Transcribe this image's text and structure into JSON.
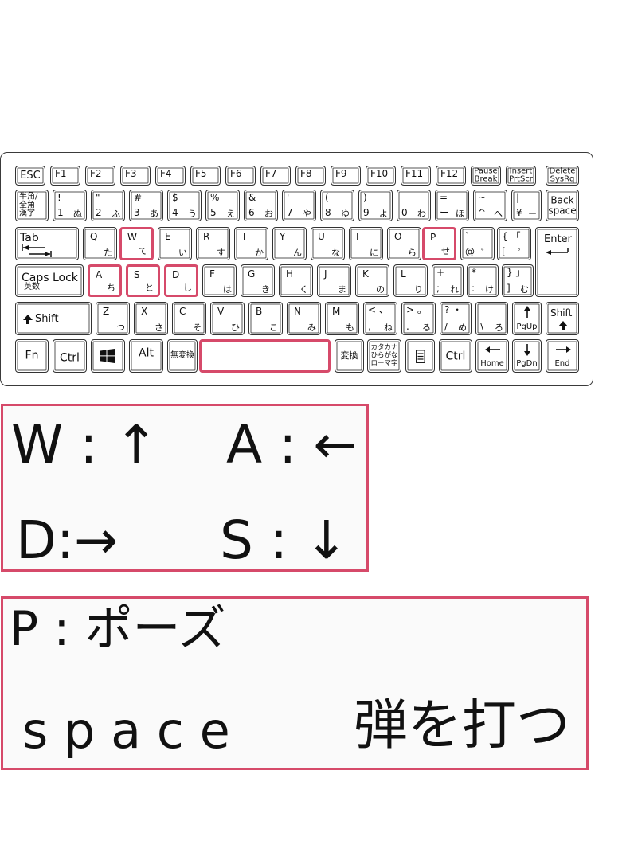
{
  "keys": {
    "esc": "ESC",
    "f1": "F1",
    "f2": "F2",
    "f3": "F3",
    "f4": "F4",
    "f5": "F5",
    "f6": "F6",
    "f7": "F7",
    "f8": "F8",
    "f9": "F9",
    "f10": "F10",
    "f11": "F11",
    "f12": "F12",
    "pause": "Pause\nBreak",
    "insert": "Insert\nPrtScr",
    "delete": "Delete\nSysRq",
    "hankaku": "半角/\n全角\n漢字",
    "n1": "1",
    "n1b": "ぬ",
    "n2": "2",
    "n2b": "ふ",
    "n3": "3",
    "n3b": "あ",
    "n4": "4",
    "n4b": "う",
    "n5": "5",
    "n5b": "え",
    "n6": "6",
    "n6b": "お",
    "n7": "7",
    "n7b": "や",
    "n8": "8",
    "n8b": "ゆ",
    "n9": "9",
    "n9b": "よ",
    "n0": "0",
    "n0b": "わ",
    "minus": "ー",
    "minusb": "ほ",
    "caret": "^",
    "caretb": "へ",
    "yen": "¥",
    "yenb": "ー",
    "backspace": "Back\nspace",
    "tab": "Tab",
    "q": "Q",
    "qb": "た",
    "w": "W",
    "wb": "て",
    "e": "E",
    "eb": "い",
    "r": "R",
    "rb": "す",
    "t": "T",
    "tb": "か",
    "y": "Y",
    "yb": "ん",
    "u": "U",
    "ub": "な",
    "i": "I",
    "ib": "に",
    "o": "O",
    "ob": "ら",
    "p": "P",
    "pb": "せ",
    "at": "@",
    "atb": "゛",
    "bracket": "[",
    "bracketb": "゜",
    "enter": "Enter",
    "caps": "Caps Lock",
    "capsb": "英数",
    "a": "A",
    "ab": "ち",
    "s": "S",
    "sb": "と",
    "d": "D",
    "db": "し",
    "f": "F",
    "fb": "は",
    "g": "G",
    "gb": "き",
    "h": "H",
    "hb": "く",
    "j": "J",
    "jb": "ま",
    "k": "K",
    "kb": "の",
    "l": "L",
    "lb": "り",
    "semi": ";",
    "semib": "れ",
    "colon": ":",
    "colonb": "け",
    "rbr": "]",
    "rbrb": "む",
    "shift": "Shift",
    "z": "Z",
    "zb": "つ",
    "x": "X",
    "xb": "さ",
    "c": "C",
    "cb": "そ",
    "v": "V",
    "vb": "ひ",
    "b": "B",
    "bb": "こ",
    "n": "N",
    "nb": "み",
    "m": "M",
    "mb": "も",
    "comma": ",",
    "commab": "ね",
    "period": ".",
    "periodb": "る",
    "slash": "/",
    "slashb": "め",
    "bslash": "\\",
    "bslashb": "ろ",
    "pgup": "PgUp",
    "rshift": "Shift",
    "fn": "Fn",
    "ctrl": "Ctrl",
    "alt": "Alt",
    "muhenkan": "無変換",
    "henkan": "変換",
    "kana": "カタカナ\nひらがな\nローマ字",
    "rctrl": "Ctrl",
    "home": "Home",
    "pgdn": "PgDn",
    "end": "End"
  },
  "legend": {
    "w": "W : ↑",
    "a": "A : ←",
    "d": "D:→",
    "s": "S : ↓",
    "p": "P : ポーズ",
    "space": "s p a c e",
    "shoot": "弾を打つ"
  },
  "colors": {
    "highlight": "#d64a6a",
    "outline": "#333333"
  }
}
